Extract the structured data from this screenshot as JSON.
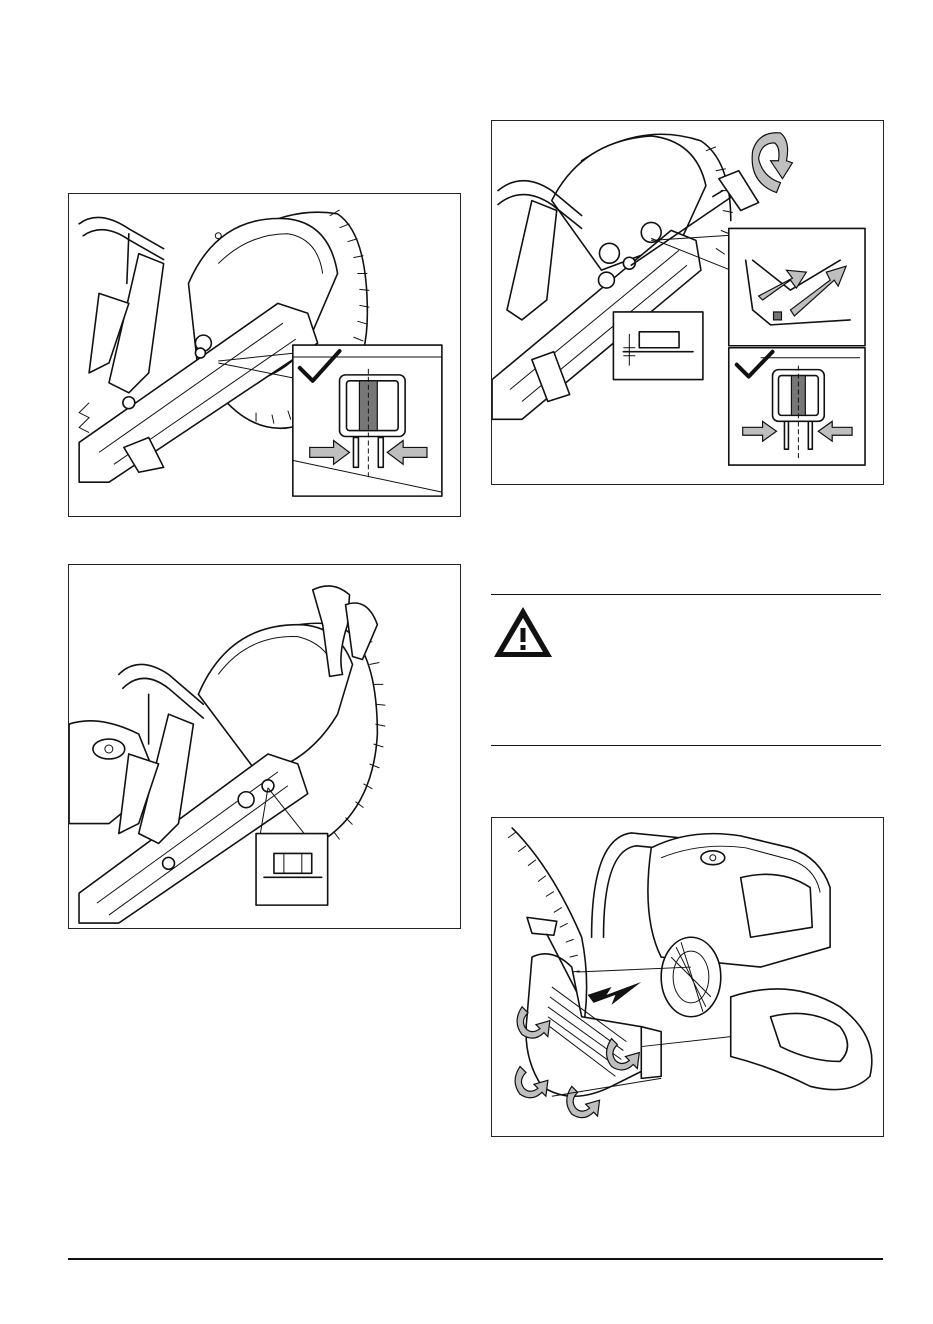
{
  "page": {
    "figures": [
      {
        "id": "fig-1",
        "icon": "checkmark-icon"
      },
      {
        "id": "fig-2",
        "icon": "checkmark-icon"
      },
      {
        "id": "fig-3",
        "icon": ""
      },
      {
        "id": "fig-4",
        "icon": ""
      }
    ],
    "warning": {
      "icon": "warning-triangle-icon"
    },
    "colors": {
      "line": "#111111",
      "shade": "#bfbfbf",
      "dark_shade": "#777777"
    }
  }
}
